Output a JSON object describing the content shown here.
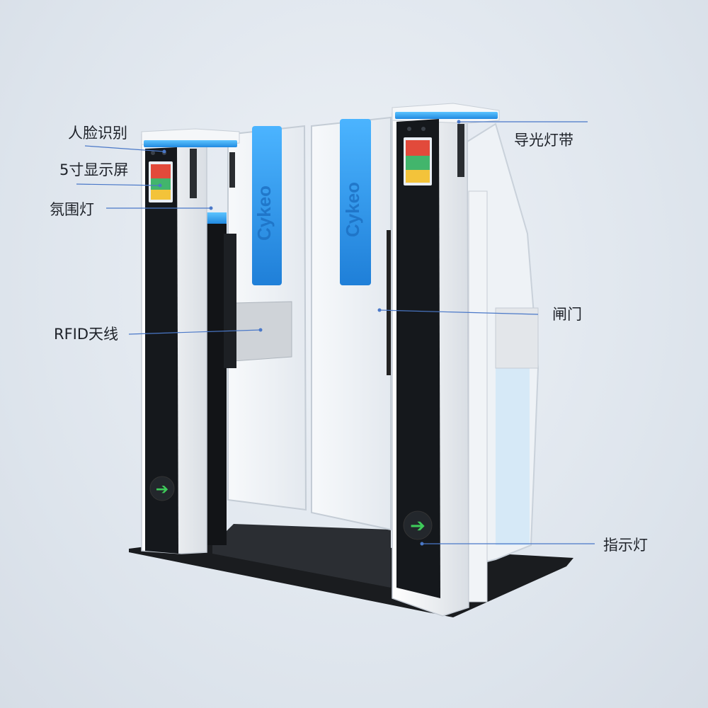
{
  "brand": "Cykeo",
  "callouts": {
    "face_recognition": "人脸识别",
    "screen": "5寸显示屏",
    "ambient_light": "氛围灯",
    "rfid_antenna": "RFID天线",
    "light_guide_strip": "导光灯带",
    "gate": "闸门",
    "indicator_light": "指示灯"
  },
  "colors": {
    "background": "#dfe5ec",
    "accent_blue": "#2f9be8",
    "panel_black": "#15181c",
    "indicator_green": "#3ecb5a",
    "leader_line": "#4a78c8"
  }
}
